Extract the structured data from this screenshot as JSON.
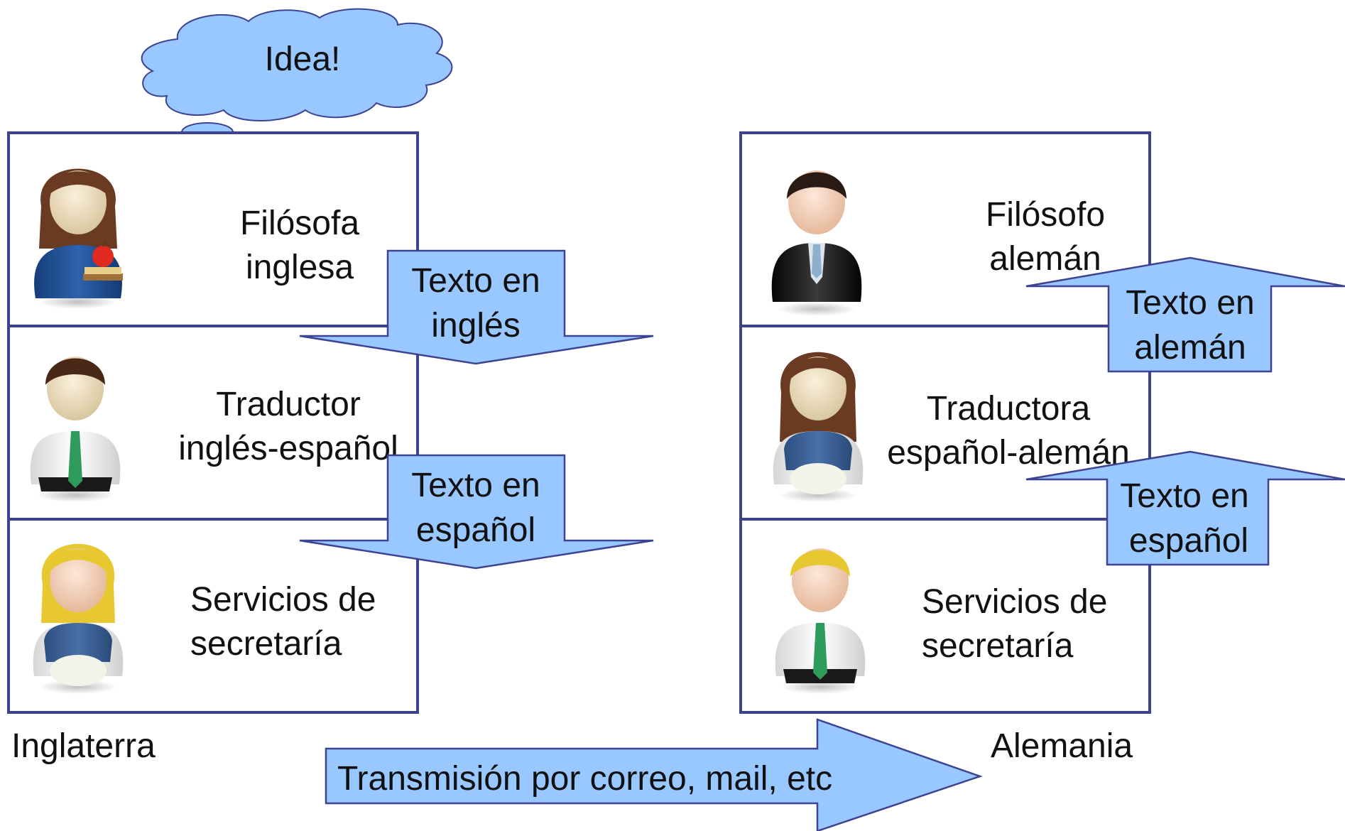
{
  "colors": {
    "border": "#3d4390",
    "fill_light_blue": "#99c7ff",
    "arrow_stroke": "#3d4390",
    "text": "#111111"
  },
  "thought": {
    "text": "Idea!"
  },
  "left_stack": {
    "country": "Inglaterra",
    "rows": [
      {
        "line1": "Filósofa",
        "line2": "inglesa",
        "icon": "woman-teacher-icon"
      },
      {
        "line1": "Traductor",
        "line2": "inglés-español",
        "icon": "man-tie-icon"
      },
      {
        "line1": "Servicios de",
        "line2": "secretaría",
        "icon": "woman-blonde-icon"
      }
    ]
  },
  "right_stack": {
    "country": "Alemania",
    "rows": [
      {
        "line1": "Filósofo",
        "line2": "alemán",
        "icon": "man-suit-icon"
      },
      {
        "line1": "Traductora",
        "line2": "español-alemán",
        "icon": "woman-brunette-icon"
      },
      {
        "line1": "Servicios de",
        "line2": "secretaría",
        "icon": "man-blonde-icon"
      }
    ]
  },
  "arrows": {
    "left_down_1": {
      "line1": "Texto en",
      "line2": "inglés"
    },
    "left_down_2": {
      "line1": "Texto en",
      "line2": "español"
    },
    "right_up_1": {
      "line1": "Texto en",
      "line2": "alemán"
    },
    "right_up_2": {
      "line1": "Texto en",
      "line2": "español"
    },
    "transmission": "Transmisión por correo, mail, etc"
  }
}
